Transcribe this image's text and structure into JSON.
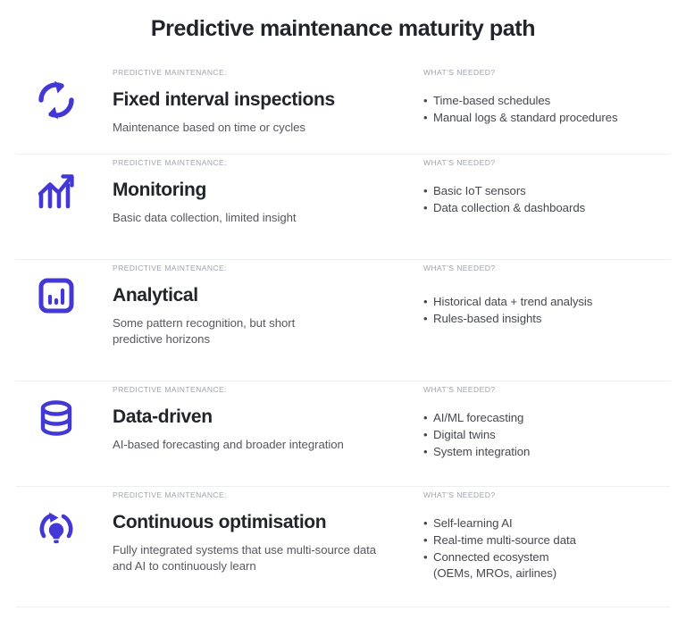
{
  "title": "Predictive maintenance maturity path",
  "accent_color": "#4338d6",
  "labels": {
    "eyebrow": "PREDICTIVE MAINTENANCE:",
    "needs_header": "WHAT'S NEEDED?"
  },
  "rows": [
    {
      "icon": "refresh-cycle-icon",
      "eyebrow": "PREDICTIVE MAINTENANCE:",
      "title": "Fixed interval inspections",
      "description": "Maintenance based on time or cycles",
      "needs_header": "WHAT'S NEEDED?",
      "needs": [
        "Time-based schedules",
        "Manual logs & standard procedures"
      ]
    },
    {
      "icon": "bar-chart-trend-icon",
      "eyebrow": "PREDICTIVE MAINTENANCE:",
      "title": "Monitoring",
      "description": "Basic data collection, limited insight",
      "needs_header": "WHAT'S NEEDED?",
      "needs": [
        "Basic IoT sensors",
        "Data collection & dashboards"
      ]
    },
    {
      "icon": "analytics-square-icon",
      "eyebrow": "PREDICTIVE MAINTENANCE:",
      "title": "Analytical",
      "description": "Some pattern recognition, but short predictive horizons",
      "needs_header": "WHAT'S NEEDED?",
      "needs": [
        "Historical data + trend analysis",
        "Rules-based insights"
      ]
    },
    {
      "icon": "database-icon",
      "eyebrow": "PREDICTIVE MAINTENANCE:",
      "title": "Data-driven",
      "description": "AI-based forecasting and broader integration",
      "needs_header": "WHAT'S NEEDED?",
      "needs": [
        "AI/ML forecasting",
        "Digital twins",
        "System integration"
      ]
    },
    {
      "icon": "lightbulb-cycle-icon",
      "eyebrow": "PREDICTIVE MAINTENANCE:",
      "title": "Continuous optimisation",
      "description": "Fully integrated systems that use multi-source data and AI to continuously learn",
      "needs_header": "WHAT'S NEEDED?",
      "needs": [
        "Self-learning AI",
        "Real-time multi-source data",
        "Connected ecosystem",
        "(OEMs, MROs, airlines)"
      ]
    }
  ]
}
